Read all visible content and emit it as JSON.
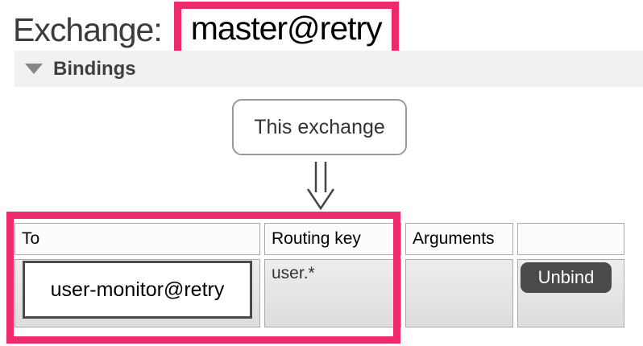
{
  "page": {
    "title_label": "Exchange:",
    "title_value": "master@retry"
  },
  "bindings_section": {
    "label": "Bindings",
    "collapsed": false
  },
  "diagram": {
    "node_label": "This exchange",
    "arrow": "double-line-down-arrow"
  },
  "table": {
    "columns": [
      "To",
      "Routing key",
      "Arguments",
      ""
    ],
    "rows": [
      {
        "to": "user-monitor@retry",
        "routing_key": "user.*",
        "arguments": "",
        "action_label": "Unbind"
      }
    ]
  },
  "annotations": {
    "highlight_color": "#ee2a6d",
    "highlighted_regions": [
      "exchange-name",
      "to-and-routing-key-columns"
    ]
  },
  "colors": {
    "section_bar_bg": "#f1f1f1",
    "button_bg": "#4a4a4a",
    "row_bg": "#e5e5e5",
    "border_gray": "#ababab"
  }
}
